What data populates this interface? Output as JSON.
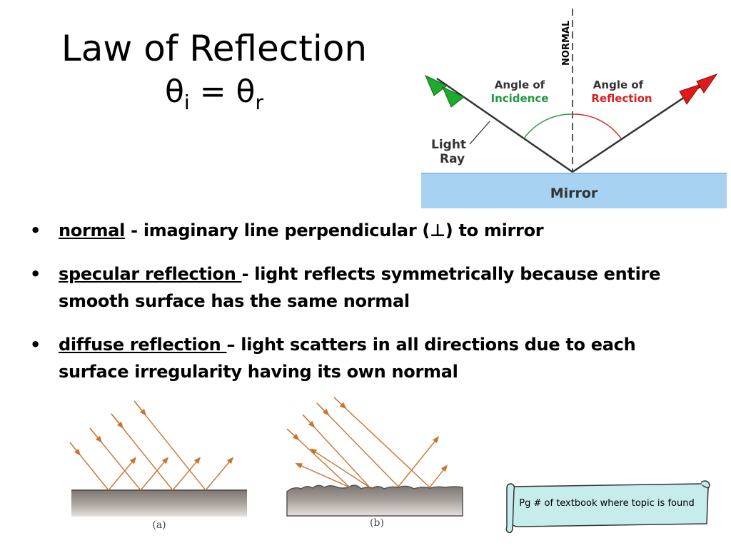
{
  "title": {
    "line1": "Law of Reflection",
    "theta_left": "θ",
    "sub_i": "i",
    "equals": " = ",
    "theta_right": "θ",
    "sub_r": "r"
  },
  "diagram_top": {
    "normal_label": "NORMAL",
    "incidence_label_1": "Angle of",
    "incidence_label_2": "Incidence",
    "reflection_label_1": "Angle of",
    "reflection_label_2": "Reflection",
    "ray_label_1": "Light",
    "ray_label_2": "Ray",
    "mirror_label": "Mirror",
    "colors": {
      "incidence": "#1a9a3a",
      "reflection": "#d42020",
      "mirror": "#a8d2f2",
      "arrow_green": "#1faa2e",
      "arrow_red": "#e01a1a"
    }
  },
  "bullets": [
    {
      "marker": "•",
      "term": "normal",
      "rest": " - imaginary line perpendicular (⊥) to mirror"
    },
    {
      "marker": "•",
      "term": "specular reflection ",
      "rest": "- light reflects symmetrically because  entire smooth surface has the same normal"
    },
    {
      "marker": "•",
      "term": "diffuse reflection ",
      "rest": "– light scatters in all directions due to each surface irregularity having its own normal"
    }
  ],
  "diagram_a": {
    "label": "(a)",
    "ray_color": "#c8742e"
  },
  "diagram_b": {
    "label": "(b)",
    "ray_color": "#c8742e"
  },
  "note": {
    "text": "Pg # of textbook where topic is found",
    "fill": "#c6ecec"
  }
}
